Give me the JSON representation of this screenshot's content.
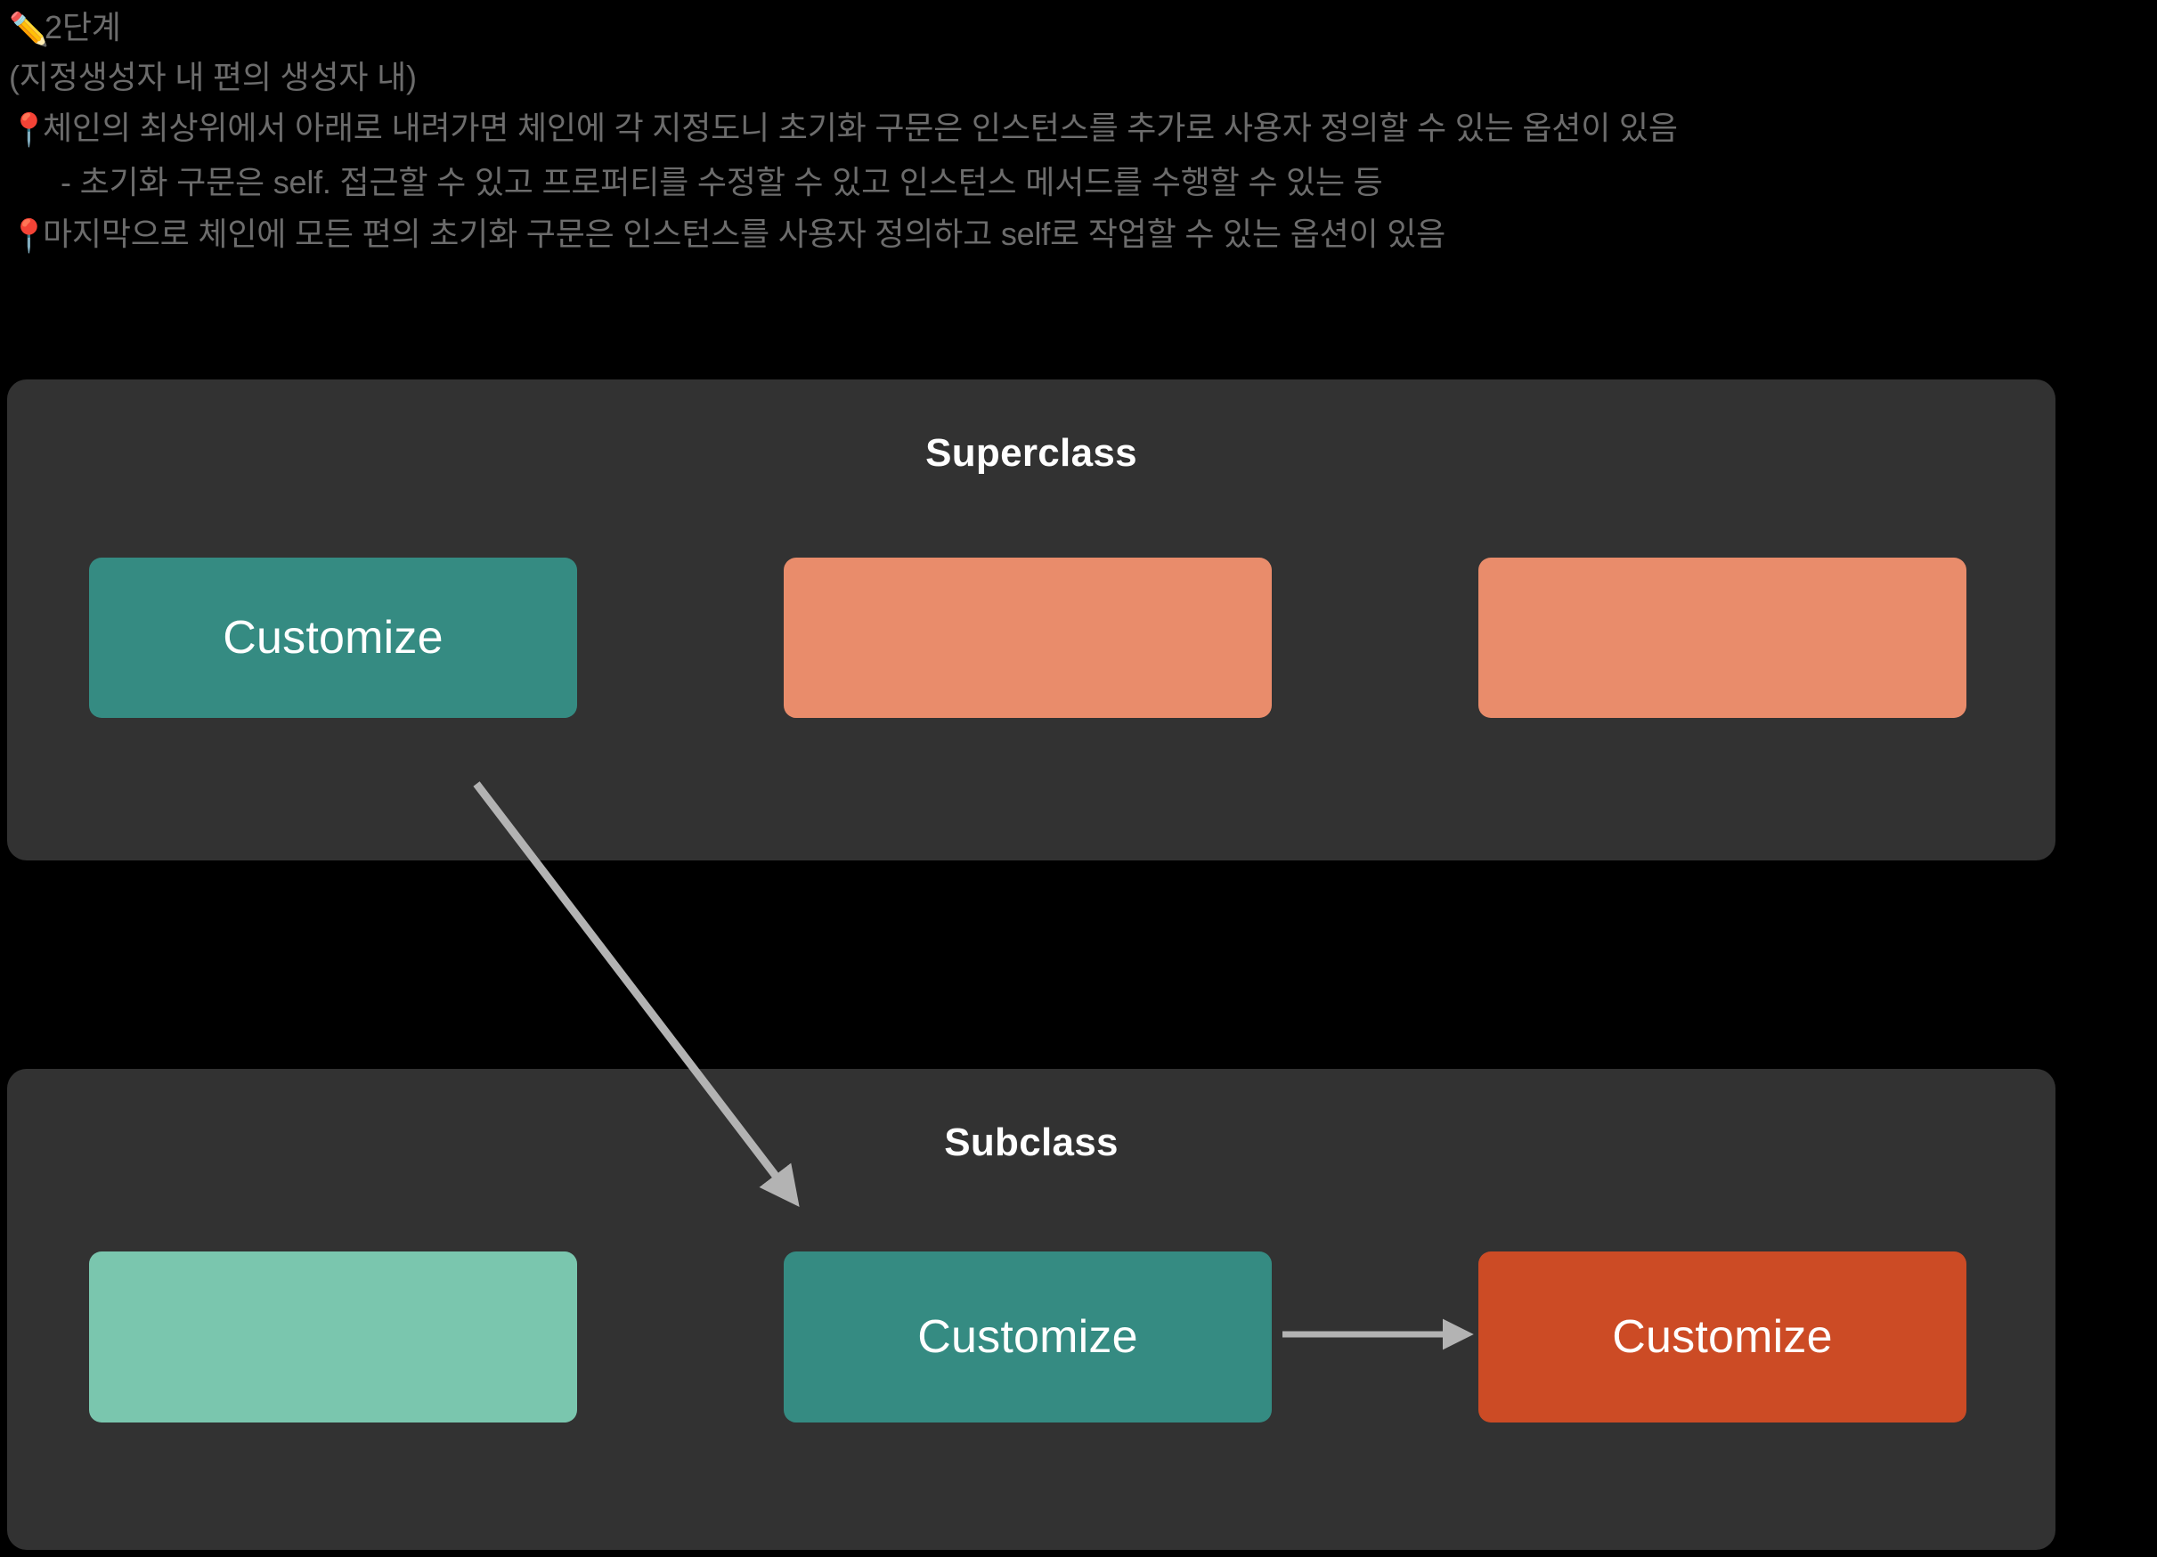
{
  "notes": {
    "title": {
      "emoji": "✏️",
      "text": "2단계"
    },
    "lines": [
      {
        "id": "paren-note",
        "emoji": "",
        "text": "(지정생성자 내 편의 생성자 내)"
      },
      {
        "id": "bullet-1",
        "emoji": "📍",
        "text": "체인의 최상위에서 아래로 내려가면 체인에 각 지정도니 초기화 구문은 인스턴스를 추가로 사용자 정의할 수 있는 옵션이 있음"
      },
      {
        "id": "sub-1",
        "emoji": "",
        "text": "- 초기화 구문은 self. 접근할 수 있고 프로퍼티를 수정할 수 있고 인스턴스 메서드를 수행할 수 있는 등"
      },
      {
        "id": "bullet-2",
        "emoji": "📍",
        "text": "마지막으로 체인에 모든 편의 초기화 구문은 인스턴스를 사용자 정의하고 self로 작업할 수 있는 옵션이 있음"
      }
    ]
  },
  "diagram": {
    "background": "#000000",
    "panel_background": "#323232",
    "panels": [
      {
        "id": "superclass",
        "title": "Superclass",
        "boxes": [
          {
            "label": "Customize",
            "color": "#358B82",
            "text_color": "#ffffff"
          },
          {
            "label": "",
            "color": "#E98C6B",
            "text_color": "#ffffff"
          },
          {
            "label": "",
            "color": "#E98C6B",
            "text_color": "#ffffff"
          }
        ]
      },
      {
        "id": "subclass",
        "title": "Subclass",
        "boxes": [
          {
            "label": "",
            "color": "#7AC6AE",
            "text_color": "#ffffff"
          },
          {
            "label": "Customize",
            "color": "#358B82",
            "text_color": "#ffffff"
          },
          {
            "label": "Customize",
            "color": "#CC4B25",
            "text_color": "#ffffff"
          }
        ]
      }
    ],
    "arrows": [
      {
        "id": "diagonal-inheritance-arrow",
        "from": "superclass-box-1",
        "to": "subclass-box-2",
        "color": "#B3B3B3"
      },
      {
        "id": "horizontal-delegation-arrow",
        "from": "subclass-box-2",
        "to": "subclass-box-3",
        "color": "#B3B3B3"
      }
    ]
  }
}
